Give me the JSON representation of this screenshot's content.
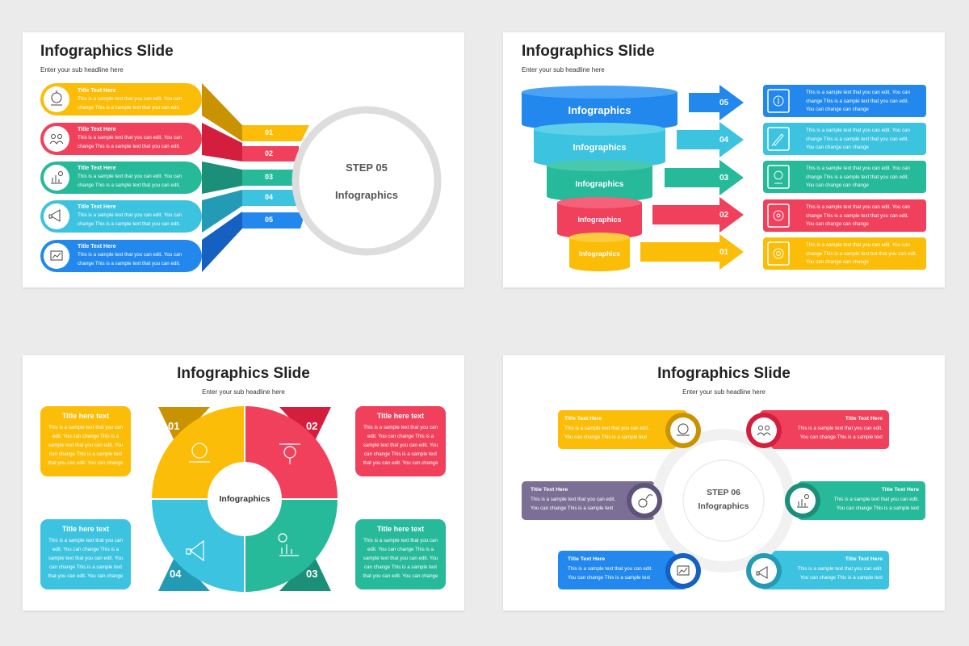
{
  "colors": {
    "yellow": "#fbbd08",
    "red": "#f0405c",
    "teal": "#26b99a",
    "cyan": "#3cc3df",
    "blue": "#2288ee",
    "purple": "#7b6f96",
    "gray": "#dddddd"
  },
  "slide1": {
    "title": "Infographics Slide",
    "subtitle": "Enter your sub headline here",
    "circle_step": "STEP 05",
    "circle_label": "Infographics",
    "items": [
      {
        "title": "Title Text Here",
        "line1": "This is a sample text that you can edit. You can",
        "line2": "change This is a sample text that you can edit.",
        "num": "01",
        "icon": "brain-icon"
      },
      {
        "title": "Title Text Here",
        "line1": "This is a sample text that you can edit. You can",
        "line2": "change This is a sample text that you can edit.",
        "num": "02",
        "icon": "team-icon"
      },
      {
        "title": "Title Text Here",
        "line1": "This is a sample text that you can edit. You can",
        "line2": "change This is a sample text that you can edit.",
        "num": "03",
        "icon": "chart-icon"
      },
      {
        "title": "Title Text Here",
        "line1": "This is a sample text that you can edit. You can",
        "line2": "change This is a sample text that you can edit.",
        "num": "04",
        "icon": "megaphone-icon"
      },
      {
        "title": "Title Text Here",
        "line1": "This is a sample text that you can edit. You can",
        "line2": "change This is a sample text that you can edit.",
        "num": "05",
        "icon": "analytics-icon"
      }
    ]
  },
  "slide2": {
    "title": "Infographics Slide",
    "subtitle": "Enter your sub headline here",
    "funnel": [
      "Infographics",
      "Infographics",
      "Infographics",
      "Infographics",
      "Infographics"
    ],
    "arrows": [
      "05",
      "04",
      "03",
      "02",
      "01"
    ],
    "cards": [
      {
        "line1": "This is a sample text that you can edit. You can",
        "line2": "change This is a sample text that you can edit.",
        "line3": "You can change can change",
        "icon": "money-icon"
      },
      {
        "line1": "This is a sample text that you can edit. You can",
        "line2": "change This is a sample text that you can edit.",
        "line3": "You can change can change",
        "icon": "rocket-icon"
      },
      {
        "line1": "This is a sample text that you can edit. You can",
        "line2": "change This is a sample text that you can edit.",
        "line3": "You can change can change",
        "icon": "award-icon"
      },
      {
        "line1": "This is a sample text that you can edit. You can",
        "line2": "change This is a sample text that you can edit.",
        "line3": "You can change can change",
        "icon": "target-icon"
      },
      {
        "line1": "This is a sample text that you can edit. You can",
        "line2": "change This is a sample text but that you can edit.",
        "line3": "You can change can change",
        "icon": "gear-icon"
      }
    ]
  },
  "slide3": {
    "title": "Infographics Slide",
    "subtitle": "Enter your sub headline here",
    "center": "Infographics",
    "nums": [
      "01",
      "02",
      "03",
      "04"
    ],
    "cards": [
      {
        "title": "Title here text",
        "lines": [
          "This is a sample text that you can",
          "edit. You can change This is a",
          "sample text that you can edit. You",
          "can change This is a sample text",
          "that you can edit. You can change"
        ]
      },
      {
        "title": "Title here text",
        "lines": [
          "This is a sample text that you can",
          "edit. You can change This is a",
          "sample text that you can edit. You",
          "can change This is a sample text",
          "that you can edit. You can change"
        ]
      },
      {
        "title": "Title here text",
        "lines": [
          "This is a sample text that you can",
          "edit. You can change This is a",
          "sample text that you can edit. You",
          "can change This is a sample text",
          "that you can edit. You can change"
        ]
      },
      {
        "title": "Title here text",
        "lines": [
          "This is a sample text that you can",
          "edit. You can change This is a",
          "sample text that you can edit. You",
          "can change This is a sample text",
          "that you can edit. You can change"
        ]
      }
    ]
  },
  "slide4": {
    "title": "Infographics Slide",
    "subtitle": "Enter your sub headline here",
    "center_step": "STEP 06",
    "center_label": "Infographics",
    "cards": [
      {
        "title": "Title Text Here",
        "line1": "This is a sample text that you can edit.",
        "line2": "You can change This is a sample text",
        "icon": "brain-icon"
      },
      {
        "title": "Title Text Here",
        "line1": "This is a sample text that you can edit.",
        "line2": "You can change This is a sample text",
        "icon": "team-icon"
      },
      {
        "title": "Title Text Here",
        "line1": "This is a sample text that you can edit.",
        "line2": "You can change This is a sample text",
        "icon": "money-icon"
      },
      {
        "title": "Title Text Here",
        "line1": "This is a sample text that you can edit.",
        "line2": "You can change This is a sample text",
        "icon": "chart-icon"
      },
      {
        "title": "Title Text Here",
        "line1": "This is a sample text that you can edit.",
        "line2": "You can change This is a sample text",
        "icon": "analytics-icon"
      },
      {
        "title": "Title Text Here",
        "line1": "This is a sample text that you can edit.",
        "line2": "You can change This is a sample text",
        "icon": "megaphone-icon"
      }
    ]
  }
}
